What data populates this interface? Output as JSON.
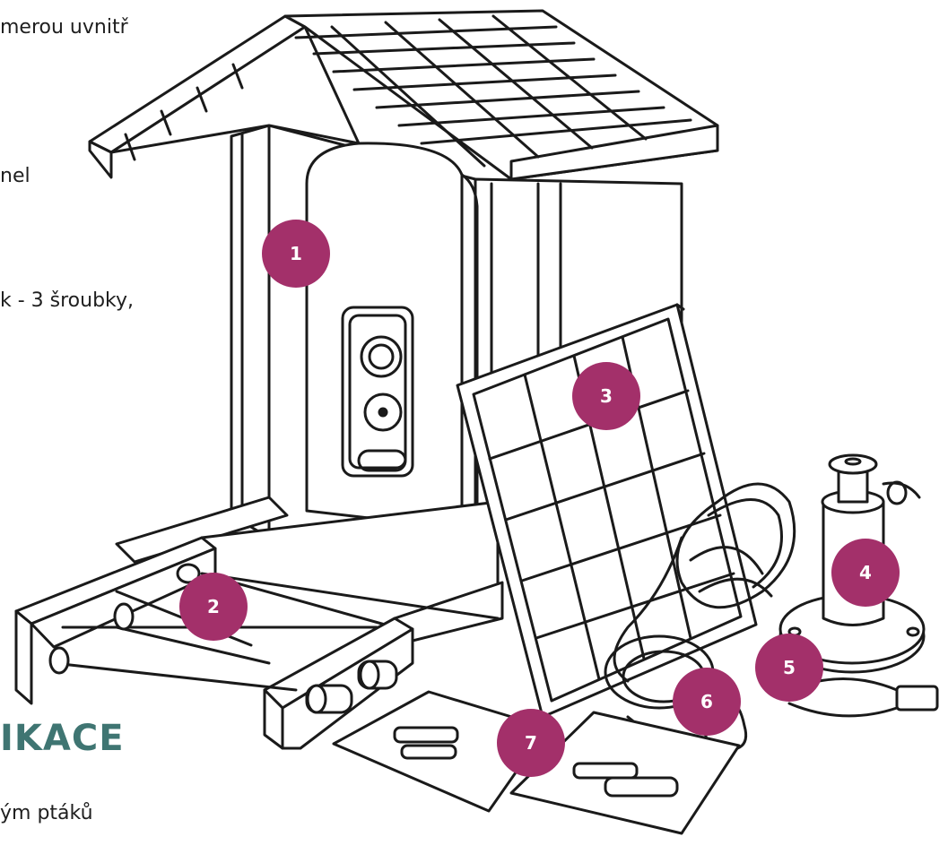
{
  "texts": {
    "camera_line": "merou uvnitř",
    "panel_line": "nel",
    "screws_line": "k - 3 šroubky,",
    "heading": "IKACE",
    "birds_line": "ým ptáků"
  },
  "badges": [
    "1",
    "2",
    "3",
    "4",
    "5",
    "6",
    "7"
  ],
  "colors": {
    "badge": "#a3306a",
    "heading": "#3f7572",
    "line": "#1a1a1a"
  }
}
